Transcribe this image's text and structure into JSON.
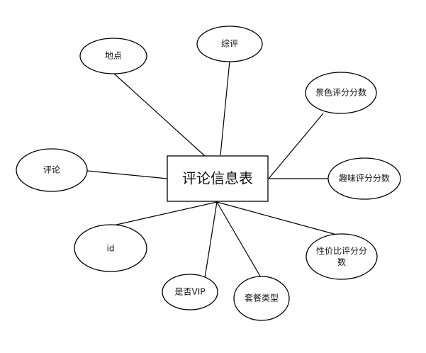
{
  "diagram": {
    "entity": {
      "label": "评论信息表"
    },
    "attributes": [
      {
        "key": "location",
        "label": "地点"
      },
      {
        "key": "overall",
        "label": "综评"
      },
      {
        "key": "scenery_score",
        "label": "景色评分分数"
      },
      {
        "key": "comment",
        "label": "评论"
      },
      {
        "key": "fun_score",
        "label": "趣味评分分数"
      },
      {
        "key": "id",
        "label": "id"
      },
      {
        "key": "value_score",
        "label": "性价比评分分数"
      },
      {
        "key": "is_vip",
        "label": "是否VIP"
      },
      {
        "key": "package_type",
        "label": "套餐类型"
      }
    ]
  }
}
